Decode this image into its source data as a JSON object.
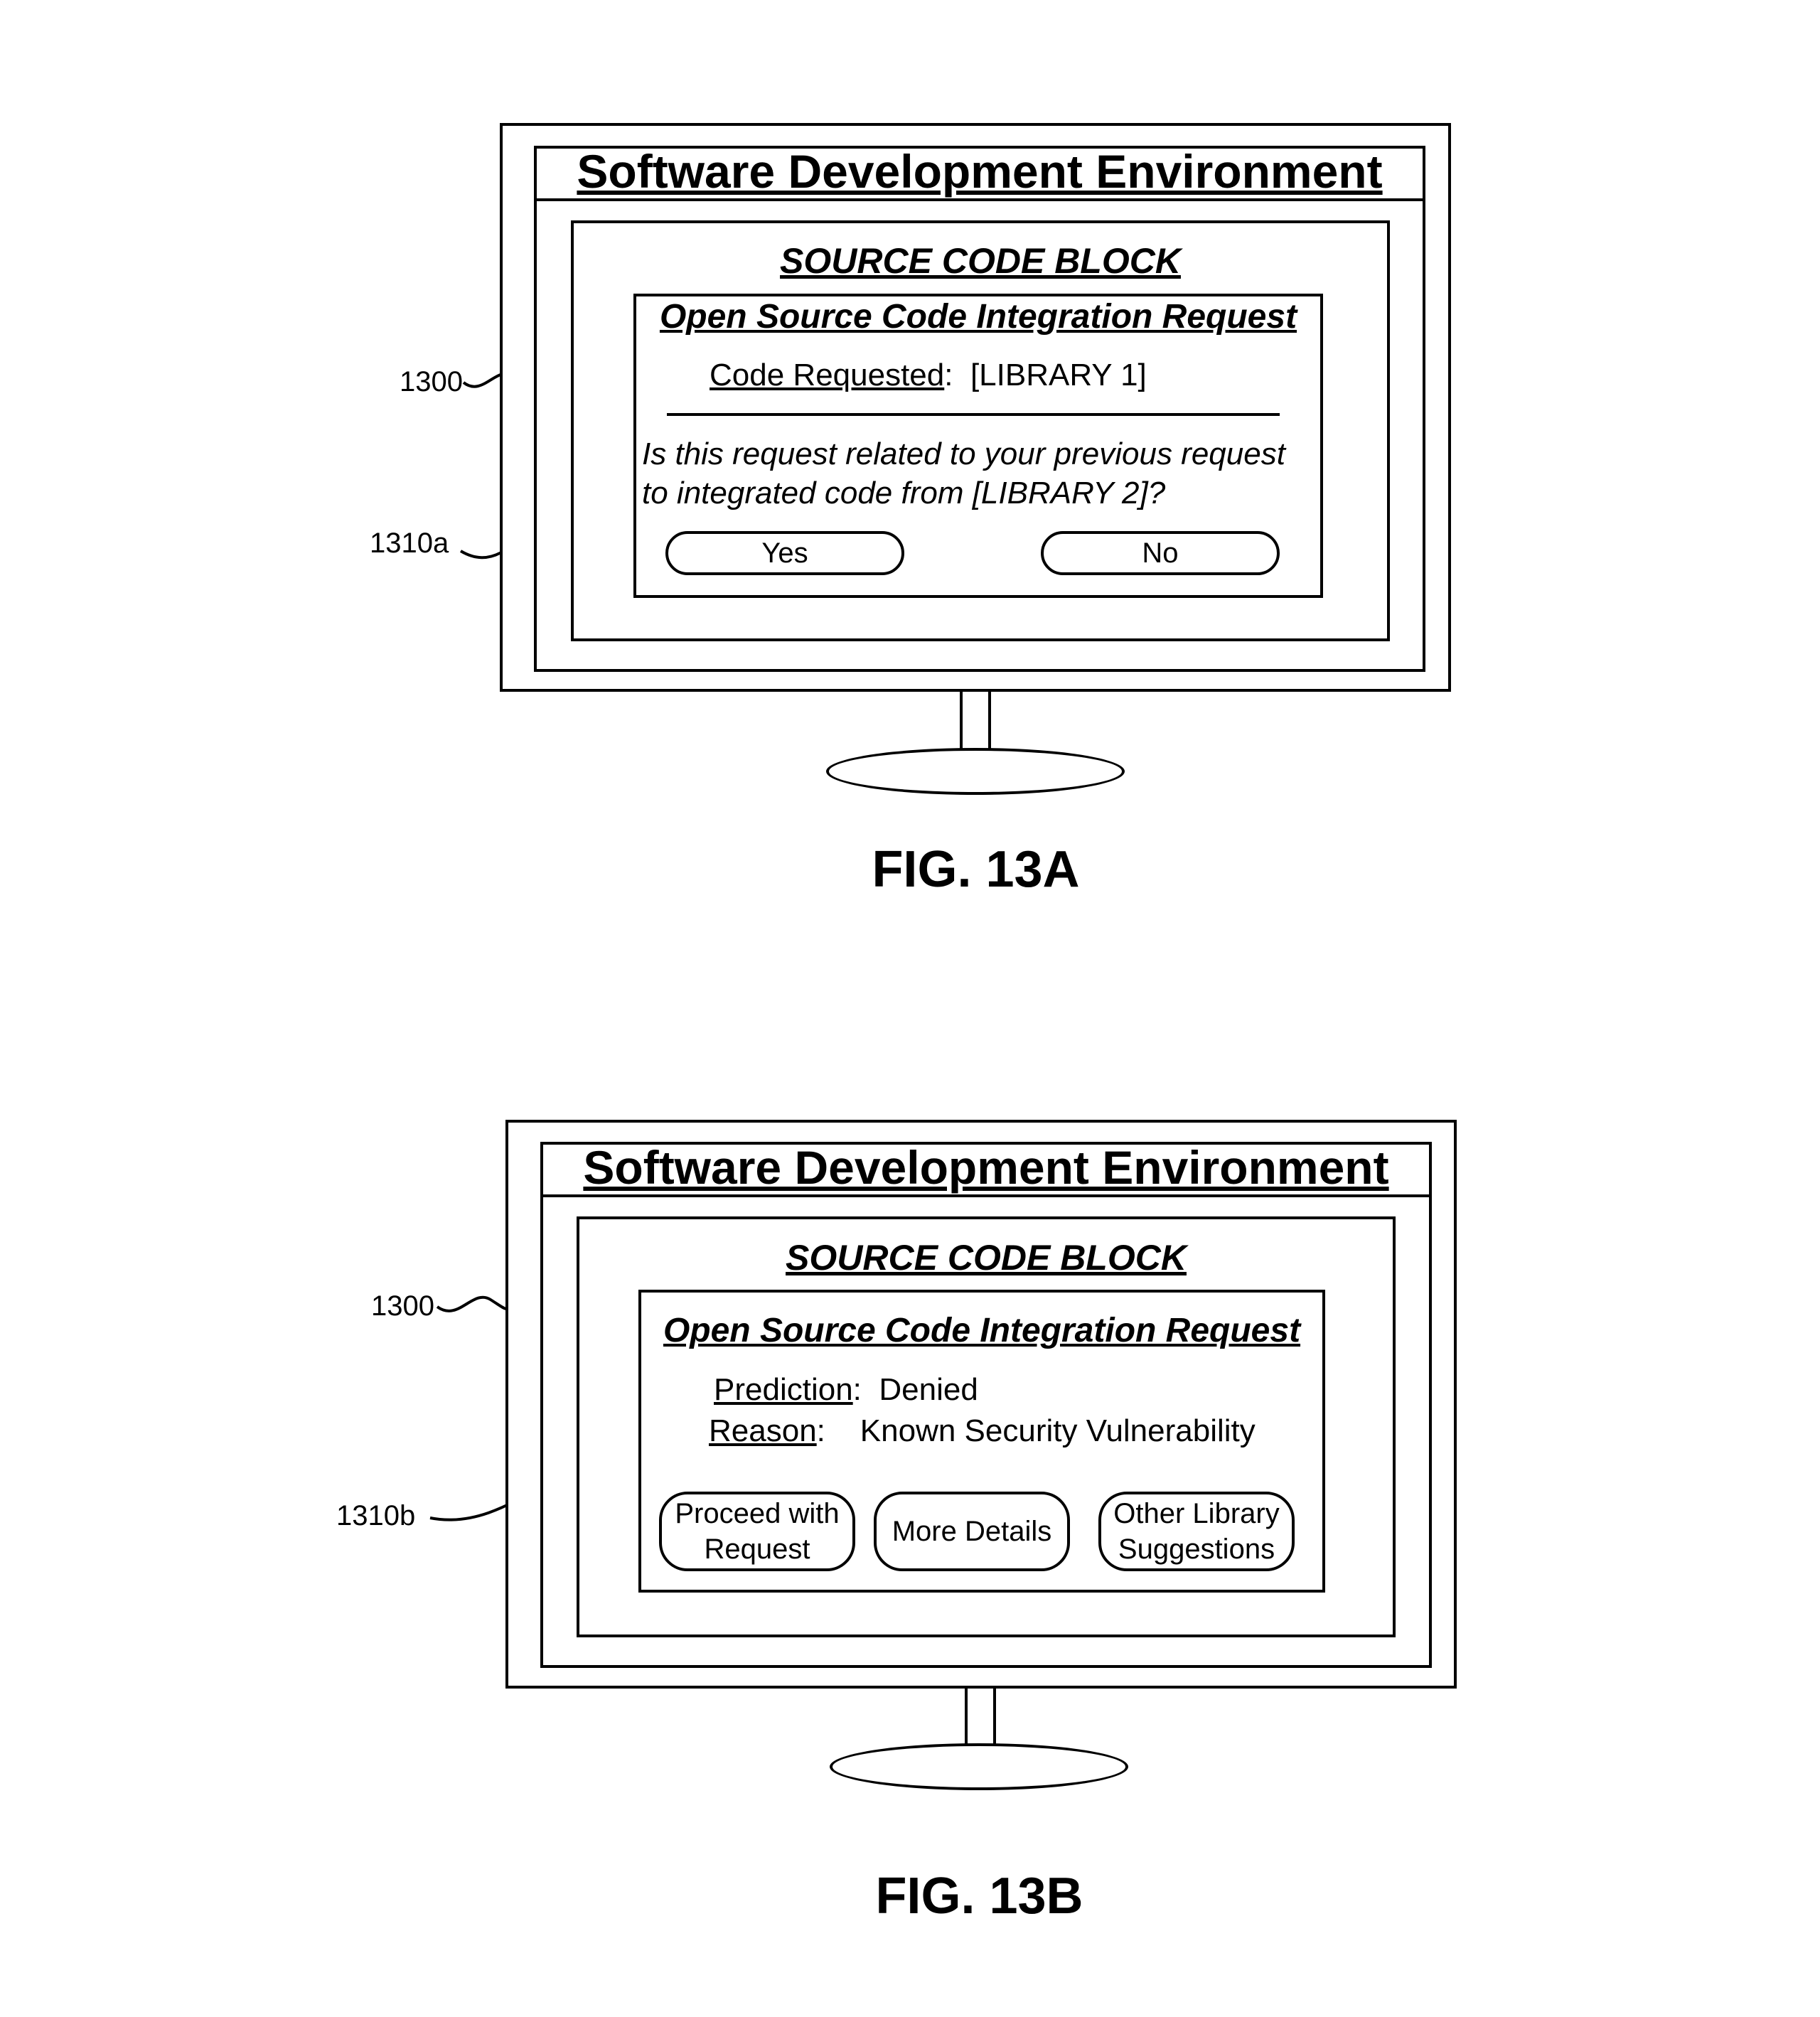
{
  "figures": [
    {
      "label": "FIG. 13A",
      "device_ref": "1300",
      "dialog_ref": "1310a",
      "window_title": "Software Development Environment",
      "block_title": "SOURCE  CODE BLOCK",
      "dialog": {
        "title": "Open Source Code Integration Request",
        "field_label": "Code Requested",
        "field_value": "[LIBRARY 1]",
        "question_line1": "Is this request related to your previous request",
        "question_line2": "to integrated code from [LIBRARY 2]?",
        "buttons": [
          "Yes",
          "No"
        ]
      }
    },
    {
      "label": "FIG. 13B",
      "device_ref": "1300",
      "dialog_ref": "1310b",
      "window_title": "Software Development Environment",
      "block_title": "SOURCE  CODE BLOCK",
      "dialog": {
        "title": "Open Source Code Integration Request",
        "prediction_label": "Prediction",
        "prediction_value": "Denied",
        "reason_label": "Reason",
        "reason_value": "Known Security Vulnerability",
        "buttons": [
          {
            "line1": "Proceed with",
            "line2": "Request"
          },
          {
            "line1": "More Details",
            "line2": ""
          },
          {
            "line1": "Other Library",
            "line2": "Suggestions"
          }
        ]
      }
    }
  ]
}
